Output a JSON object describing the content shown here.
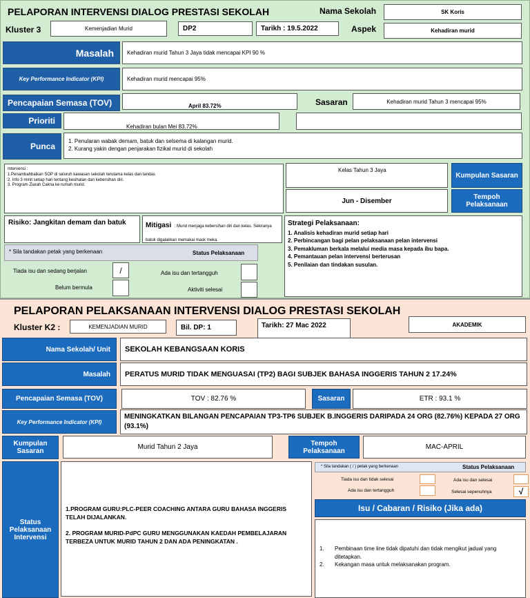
{
  "form1": {
    "title": "PELAPORAN INTERVENSI DIALOG PRESTASI SEKOLAH",
    "nama_sekolah_label": "Nama Sekolah",
    "nama_sekolah_value": "SK Koris",
    "kluster_label": "Kluster 3",
    "kluster_value": "Kemenjadian Murid",
    "dp_value": "DP2",
    "tarikh_value": "Tarikh : 19.5.2022",
    "aspek_label": "Aspek",
    "aspek_value": "Kehadiran murid",
    "masalah_label": "Masalah",
    "masalah_value": "Kehadiran murid  Tahun 3 Jaya  tidak mencapai  KPI  90 %",
    "kpi_label": "Key Performance Indicator  (KPI)",
    "kpi_value": "Kehadiran murid mencapai  95%",
    "tov_label": "Pencapaian Semasa (TOV)",
    "tov_value": "April  83.72%",
    "sasaran_label": "Sasaran",
    "sasaran_value": "Kehadiran murid  Tahun 3 mencapai  95%",
    "prioriti_label": "Prioriti",
    "prioriti_value": "Kehadiran bulan Mei 83.72%",
    "punca_label": "Punca",
    "punca_lines": [
      "1. Penularan  wabak  demam, batuk dan selsema  di kalangan murid.",
      "2. Kurang yakin dengan penjarakan fizikal murid di sekolah"
    ],
    "intervensi_text": "Intervensi :\n1.Penambahbaikan SOP di seluruh kawasan sekolah terutama kelas dan tandas\n2. Info 3 minit setiap hari tentang kesihatan dan kebersihan diri.\n3. Program Ziarah Cakna ke rumah murid.",
    "kumpulan_value": "Kelas Tahun 3 Jaya",
    "kumpulan_label": "Kumpulan Sasaran",
    "tempoh_value": "Jun - Disember",
    "tempoh_label": "Tempoh Pelaksanaan",
    "risiko_text": "Risiko: Jangkitan demam dan batuk",
    "mitigasi_label": "Mitigasi",
    "mitigasi_text": ": Murid menjaga kebersihan diri dan kelas. Sekiranya batuk digalakkan memakai mask meka.",
    "strategi_title": "Strategi Pelaksanaan:",
    "strategi_lines": [
      "1. Analisis kehadiran murid setiap hari",
      "2. Perbincangan bagi pelan pelaksanaan pelan intervensi",
      "3. Pemakluman berkala melalui media masa kepada ibu bapa.",
      "4. Pemantauan pelan intervensi berterusan",
      "5. Penilaian dan tindakan susulan."
    ],
    "sila_text": "* Sila tandakan petak yang berkenaan",
    "status_label": "Status Pelaksanaan",
    "opt_tiada": "Tiada isu dan sedang berjalan",
    "opt_tiada_mark": "/",
    "opt_belum": "Belum bermula",
    "opt_ada": "Ada isu dan tertangguh",
    "opt_aktiviti": "Aktiviti selesai"
  },
  "form2": {
    "title": "PELAPORAN PELAKSANAAN INTERVENSI DIALOG PRESTASI SEKOLAH",
    "kluster_label": "Kluster K2 :",
    "kluster_value": "KEMENJADIAN MURID",
    "bil_dp": "Bil. DP:  1",
    "tarikh": "Tarikh:  27 Mac 2022",
    "aspek_value": "AKADEMIK",
    "nama_label": "Nama Sekolah/ Unit",
    "nama_value": "SEKOLAH KEBANGSAAN KORIS",
    "masalah_label": "Masalah",
    "masalah_value": "PERATUS MURID TIDAK MENGUASAI (TP2) BAGI SUBJEK BAHASA INGGERIS TAHUN 2  17.24%",
    "tov_label": "Pencapaian Semasa (TOV)",
    "tov_value": "TOV : 82.76 %",
    "sasaran_label": "Sasaran",
    "sasaran_value": "ETR : 93.1 %",
    "kpi_label": "Key Performance Indicator  (KPI)",
    "kpi_value": "MENINGKATKAN BILANGAN PENCAPAIAN TP3-TP6 SUBJEK B.INGGERIS DARIPADA 24 ORG (82.76%) KEPADA 27 ORG (93.1%)",
    "kumpulan_label": "Kumpulan Sasaran",
    "kumpulan_value": "Murid Tahun 2 Jaya",
    "tempoh_label": "Tempoh Pelaksanaan",
    "tempoh_value": "MAC-APRIL",
    "status_label": "Status Pelaksanaan Intervensi",
    "status_p1": "1.PROGRAM GURU:PLC-PEER COACHING  ANTARA GURU BAHASA INGGERIS TELAH DIJALANKAN.",
    "status_p2": "2. PROGRAM MURID-PdPC GURU MENGGUNAKAN KAEDAH PEMBELAJARAN TERBEZA UNTUK MURID TAHUN 2 DAN ADA PENINGKATAN .",
    "sila_text": "* Sila tandakan ( / ) petak yang berkenaan",
    "status_pel_label": "Status Pelaksanaan",
    "opt_tiada": "Tiada isu dan tidak selesai",
    "opt_ada_selesai": "Ada isu dan selesai",
    "opt_ada_tertangguh": "Ada isu dan tertangguh",
    "opt_selesai": "Selesai sepenuhnya",
    "opt_selesai_mark": "√",
    "isu_label": "Isu  / Cabaran / Risiko (Jika ada)",
    "isu_lines": [
      "Pembinaan time line tidak dipatuhi dan tidak mengikut jadual yang ditetapkan.",
      "Kekangan masa untuk melaksanakan program."
    ]
  }
}
